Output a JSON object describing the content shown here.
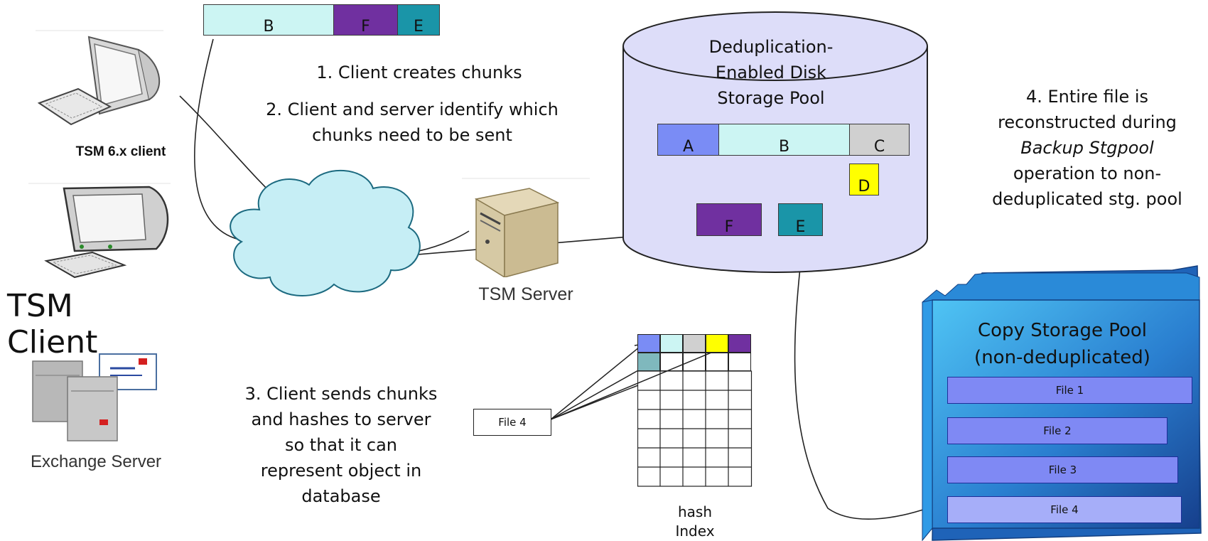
{
  "steps": {
    "step1": "1. Client creates chunks",
    "step2_line1": "2. Client and server identify which",
    "step2_line2": "chunks need to be sent",
    "step3_lines": [
      "3. Client sends chunks",
      "and hashes to server",
      "so that it can",
      "represent object in",
      "database"
    ],
    "step4_lines": [
      "4. Entire file is",
      "reconstructed during",
      "Backup Stgpool",
      "operation to non-",
      "deduplicated stg. pool"
    ]
  },
  "client_chunks": [
    "B",
    "F",
    "E"
  ],
  "labels": {
    "tsm6_client": "TSM 6.x client",
    "tsm_client": "TSM Client",
    "exchange_server": "Exchange Server",
    "tsm_server": "TSM Server",
    "hash_index_line1": "hash",
    "hash_index_line2": "Index",
    "file4_box": "File 4"
  },
  "dedup_pool": {
    "title_lines": [
      "Deduplication-",
      "Enabled Disk",
      "Storage Pool"
    ],
    "chunks": [
      "A",
      "B",
      "C",
      "D",
      "F",
      "E"
    ]
  },
  "copy_pool": {
    "title_line1": "Copy Storage Pool",
    "title_line2": "(non-deduplicated)",
    "files": [
      "File 1",
      "File 2",
      "File 3",
      "File 4"
    ]
  },
  "colors": {
    "chunk_a": "#7a8cf5",
    "chunk_b": "#ccf5f3",
    "chunk_c": "#d0d0d0",
    "chunk_d": "#ffff00",
    "chunk_f": "#7030a0",
    "chunk_e": "#1a95a8",
    "cylinder": "#ddddf9",
    "cloud": "#c6eef5",
    "copy_pool": "#1f63b8"
  }
}
